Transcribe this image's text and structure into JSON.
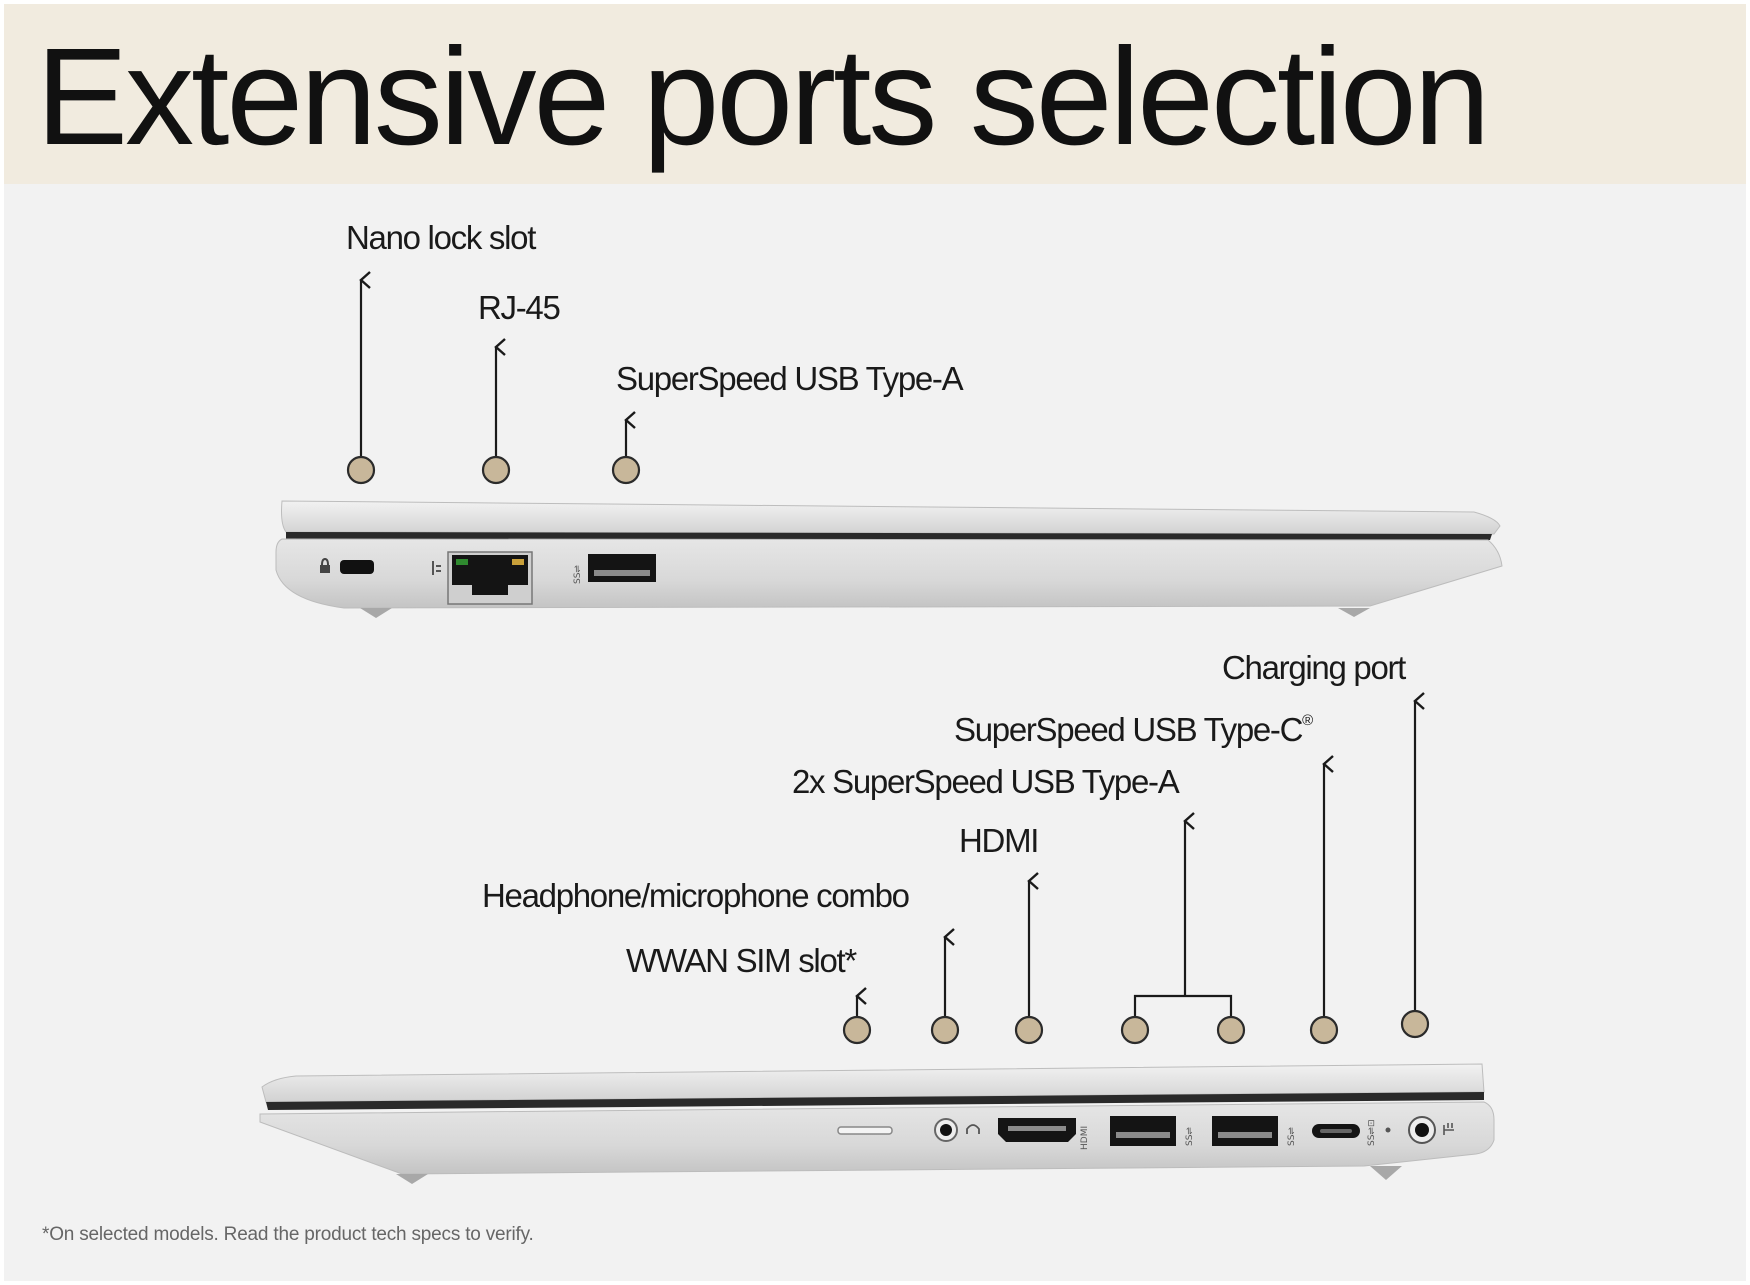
{
  "header": {
    "title": "Extensive ports selection",
    "background_color": "#f1ebdf"
  },
  "left_side": {
    "ports": [
      {
        "label": "Nano lock slot"
      },
      {
        "label": "RJ-45"
      },
      {
        "label": "SuperSpeed USB Type-A"
      }
    ]
  },
  "right_side": {
    "ports": [
      {
        "label": "WWAN SIM slot*"
      },
      {
        "label": "Headphone/microphone combo"
      },
      {
        "label": "HDMI"
      },
      {
        "label": "2x SuperSpeed USB Type-A"
      },
      {
        "label": "SuperSpeed USB Type-C"
      },
      {
        "label": "Charging port"
      }
    ],
    "usb_c_trademark": "®"
  },
  "footnote": "*On selected models. Read the product tech specs to verify.",
  "colors": {
    "marker": "#c8b79a",
    "laptop_silver": "#d9d9d9",
    "arrow": "#1a1a1a"
  },
  "icons": [
    "lock-icon",
    "ethernet-icon",
    "usb-superspeed-icon",
    "headphone-icon",
    "hdmi-icon",
    "usb-c-icon",
    "power-icon"
  ]
}
